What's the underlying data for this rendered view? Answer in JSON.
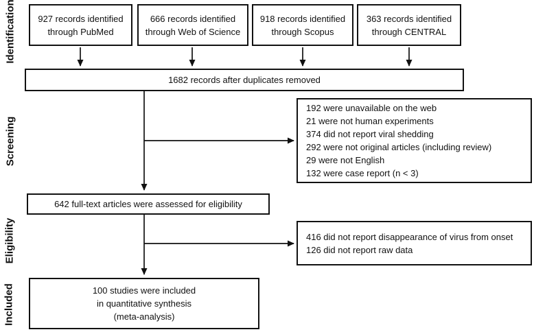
{
  "colors": {
    "background": "#ffffff",
    "line": "#111111",
    "text": "#111111"
  },
  "stage_labels": [
    "Identification",
    "Screening",
    "Eligibility",
    "Included"
  ],
  "identification": {
    "sources": [
      [
        "927 records identified",
        "through PubMed"
      ],
      [
        "666 records identified",
        "through Web of Science"
      ],
      [
        "918 records identified",
        "through Scopus"
      ],
      [
        "363 records identified",
        "through CENTRAL"
      ]
    ],
    "after_duplicates": "1682 records after duplicates removed"
  },
  "screening": {
    "excluded_reasons": [
      "192 were unavailable on the web",
      "21 were not human experiments",
      "374 did not report viral shedding",
      "292 were not original articles (including review)",
      "29 were not English",
      "132 were case report (n < 3)"
    ],
    "full_text_assessed": "642 full-text articles were assessed for eligibility"
  },
  "eligibility": {
    "excluded_reasons": [
      "416 did not report disappearance of virus from onset",
      "126 did not report raw data"
    ]
  },
  "included": {
    "final_lines": [
      "100 studies were included",
      "in quantitative synthesis",
      "(meta-analysis)"
    ]
  }
}
